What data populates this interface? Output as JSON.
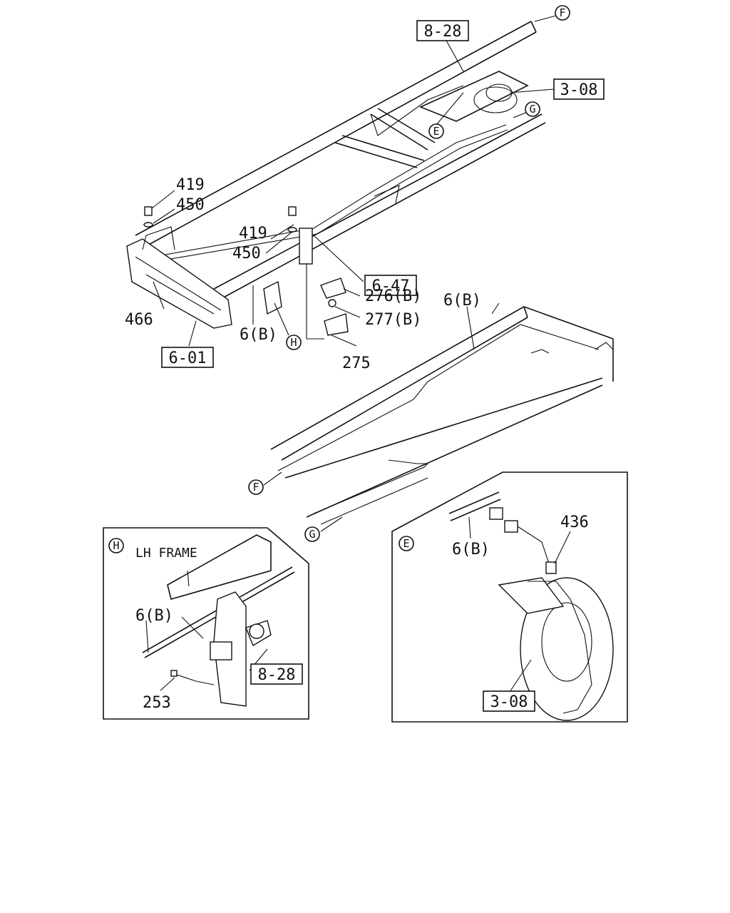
{
  "diagram": {
    "callouts": {
      "ref_8_28_top": "8-28",
      "ref_3_08_top": "3-08",
      "ref_6_47": "6-47",
      "ref_6_01": "6-01",
      "ref_8_28_detail_h": "8-28",
      "ref_3_08_detail_e": "3-08"
    },
    "circle_refs": {
      "f_top": "F",
      "e_top": "E",
      "g_top": "G",
      "h_main": "H",
      "f_mid": "F",
      "g_mid": "G",
      "h_detail": "H",
      "e_detail": "E"
    },
    "part_numbers": {
      "p419_left": "419",
      "p450_left": "450",
      "p419_mid": "419",
      "p450_mid": "450",
      "p466": "466",
      "p6b_main": "6(B)",
      "p276b": "276(B)",
      "p277b": "277(B)",
      "p275": "275",
      "p6b_right": "6(B)",
      "p6b_detail_h": "6(B)",
      "p253": "253",
      "p6b_detail_e": "6(B)",
      "p436": "436"
    },
    "detail_h": {
      "frame_label": "LH FRAME"
    }
  }
}
